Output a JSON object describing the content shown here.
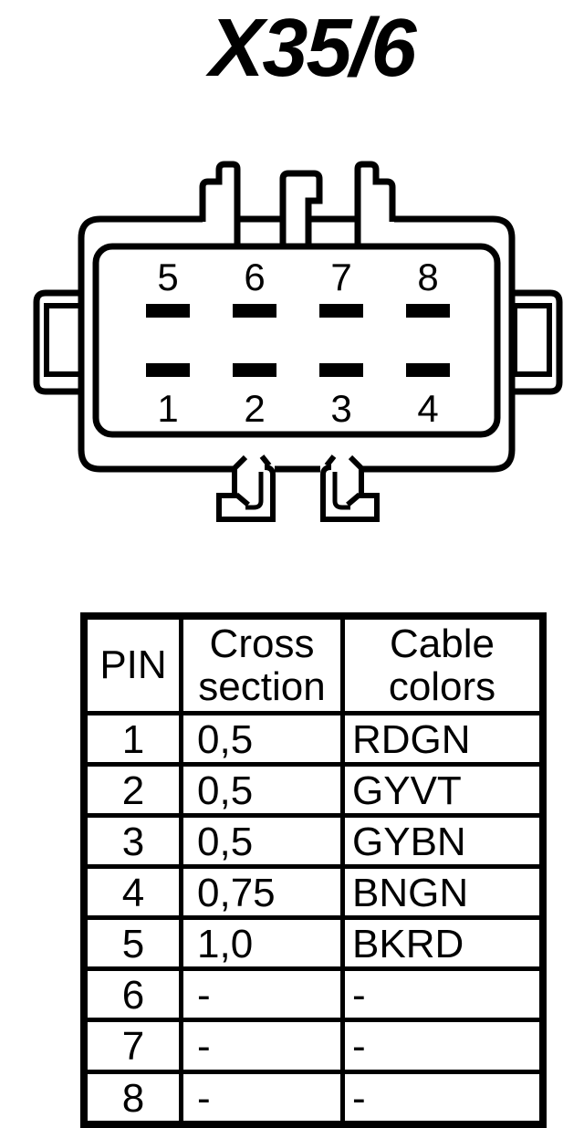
{
  "title": "X35/6",
  "connector": {
    "pin_labels_top": [
      "5",
      "6",
      "7",
      "8"
    ],
    "pin_labels_bottom": [
      "1",
      "2",
      "3",
      "4"
    ]
  },
  "table": {
    "headers": [
      "PIN",
      "Cross section",
      "Cable colors"
    ],
    "rows": [
      {
        "pin": "1",
        "cross_section": "0,5",
        "cable_color": "RDGN"
      },
      {
        "pin": "2",
        "cross_section": "0,5",
        "cable_color": "GYVT"
      },
      {
        "pin": "3",
        "cross_section": "0,5",
        "cable_color": "GYBN"
      },
      {
        "pin": "4",
        "cross_section": "0,75",
        "cable_color": "BNGN"
      },
      {
        "pin": "5",
        "cross_section": "1,0",
        "cable_color": "BKRD"
      },
      {
        "pin": "6",
        "cross_section": "-",
        "cable_color": "-"
      },
      {
        "pin": "7",
        "cross_section": "-",
        "cable_color": "-"
      },
      {
        "pin": "8",
        "cross_section": "-",
        "cable_color": "-"
      }
    ]
  },
  "colors": {
    "line": "#000000",
    "background": "#ffffff"
  }
}
